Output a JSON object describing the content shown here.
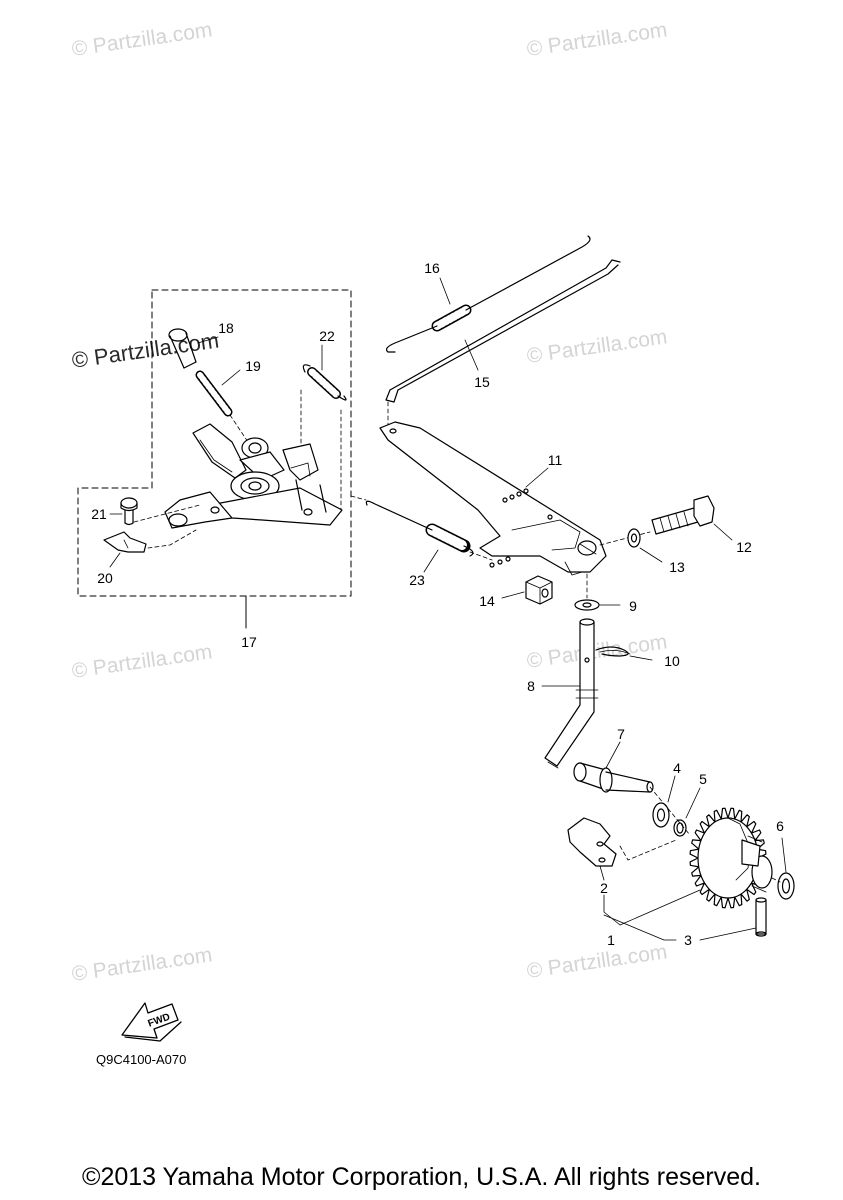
{
  "watermarks": [
    "© Partzilla.com",
    "© Partzilla.com",
    "© Partzilla.com",
    "© Partzilla.com",
    "© Partzilla.com",
    "© Partzilla.com",
    "© Partzilla.com",
    "© Partzilla.com"
  ],
  "callouts": [
    "1",
    "2",
    "3",
    "4",
    "5",
    "6",
    "7",
    "8",
    "9",
    "10",
    "11",
    "12",
    "13",
    "14",
    "15",
    "16",
    "17",
    "18",
    "19",
    "20",
    "21",
    "22",
    "23"
  ],
  "fwd_label": "FWD",
  "diagram_code": "Q9C4100-A070",
  "copyright": "©2013 Yamaha Motor Corporation, U.S.A. All rights reserved."
}
